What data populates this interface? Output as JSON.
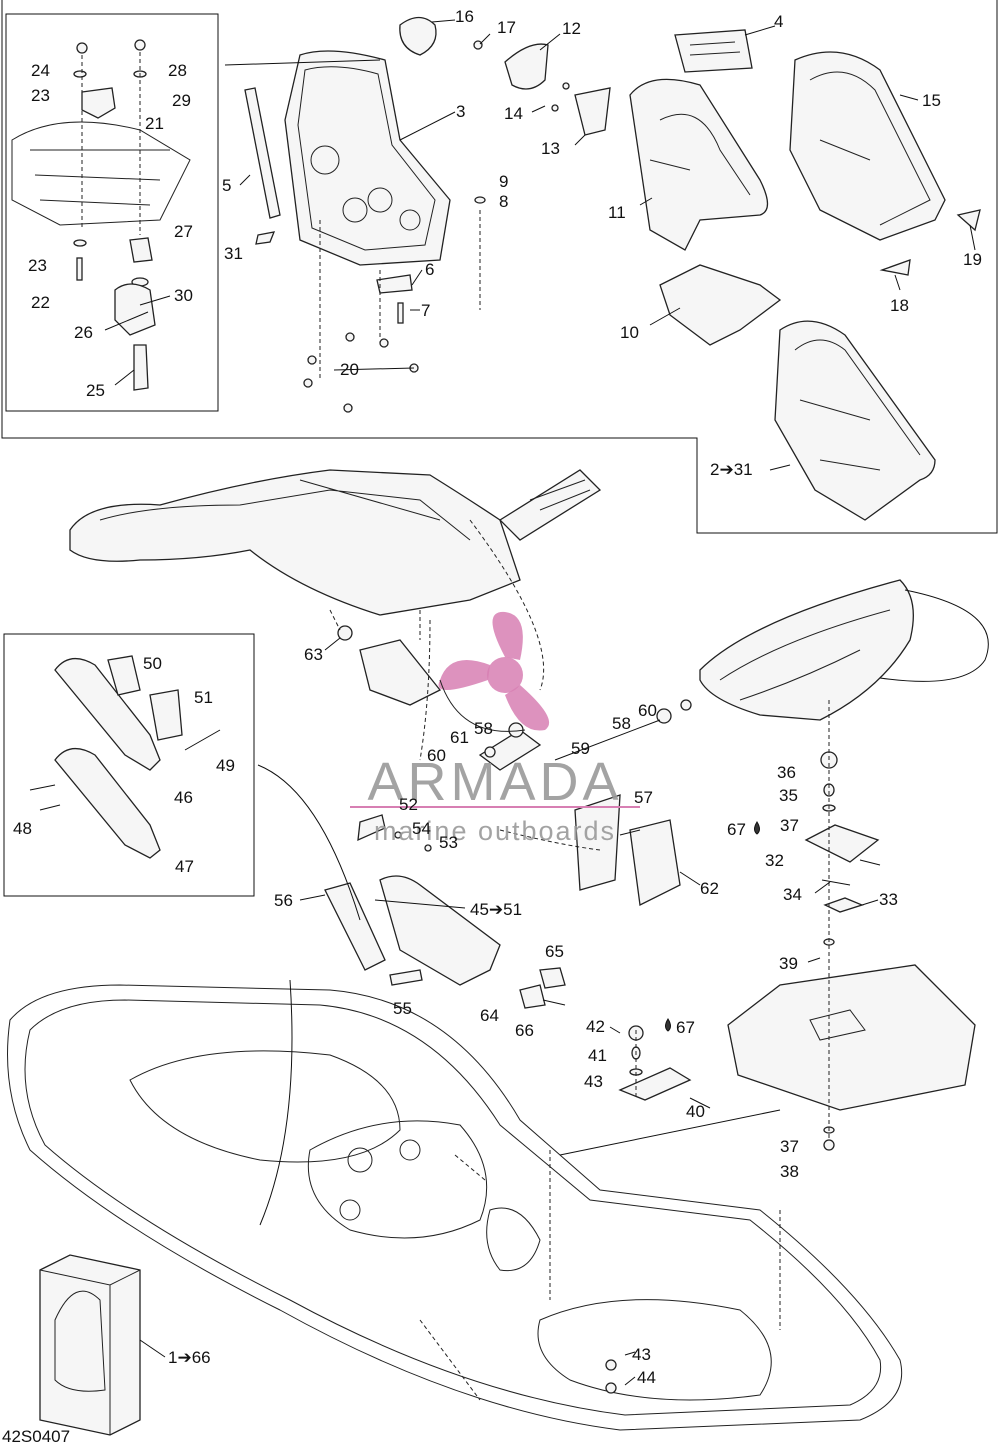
{
  "diagram": {
    "code": "42S0407",
    "watermark": {
      "brand": "ARMADA",
      "tagline": "marine outboards",
      "color": "#d77fb3",
      "text_color": "#9a9a9a"
    },
    "callouts": [
      {
        "id": "c16",
        "text": "16"
      },
      {
        "id": "c17",
        "text": "17"
      },
      {
        "id": "c12",
        "text": "12"
      },
      {
        "id": "c4",
        "text": "4"
      },
      {
        "id": "c24",
        "text": "24"
      },
      {
        "id": "c28",
        "text": "28"
      },
      {
        "id": "c23a",
        "text": "23"
      },
      {
        "id": "c29",
        "text": "29"
      },
      {
        "id": "c21",
        "text": "21"
      },
      {
        "id": "c3",
        "text": "3"
      },
      {
        "id": "c14",
        "text": "14"
      },
      {
        "id": "c13",
        "text": "13"
      },
      {
        "id": "c15",
        "text": "15"
      },
      {
        "id": "c5",
        "text": "5"
      },
      {
        "id": "c9",
        "text": "9"
      },
      {
        "id": "c8",
        "text": "8"
      },
      {
        "id": "c11",
        "text": "11"
      },
      {
        "id": "c27",
        "text": "27"
      },
      {
        "id": "c31",
        "text": "31"
      },
      {
        "id": "c19",
        "text": "19"
      },
      {
        "id": "c23b",
        "text": "23"
      },
      {
        "id": "c6",
        "text": "6"
      },
      {
        "id": "c18",
        "text": "18"
      },
      {
        "id": "c22",
        "text": "22"
      },
      {
        "id": "c30",
        "text": "30"
      },
      {
        "id": "c7",
        "text": "7"
      },
      {
        "id": "c10",
        "text": "10"
      },
      {
        "id": "c26",
        "text": "26"
      },
      {
        "id": "c20",
        "text": "20"
      },
      {
        "id": "c25",
        "text": "25"
      },
      {
        "id": "c2to31",
        "text": "2➔31"
      },
      {
        "id": "c63",
        "text": "63"
      },
      {
        "id": "c50",
        "text": "50"
      },
      {
        "id": "c51",
        "text": "51"
      },
      {
        "id": "c49",
        "text": "49"
      },
      {
        "id": "c46",
        "text": "46"
      },
      {
        "id": "c58a",
        "text": "58"
      },
      {
        "id": "c60a",
        "text": "60"
      },
      {
        "id": "c61",
        "text": "61"
      },
      {
        "id": "c60b",
        "text": "60"
      },
      {
        "id": "c58b",
        "text": "58"
      },
      {
        "id": "c59",
        "text": "59"
      },
      {
        "id": "c36",
        "text": "36"
      },
      {
        "id": "c35",
        "text": "35"
      },
      {
        "id": "c57",
        "text": "57"
      },
      {
        "id": "c52",
        "text": "52"
      },
      {
        "id": "c54",
        "text": "54"
      },
      {
        "id": "c67a",
        "text": "67"
      },
      {
        "id": "c37a",
        "text": "37"
      },
      {
        "id": "c48",
        "text": "48"
      },
      {
        "id": "c53",
        "text": "53"
      },
      {
        "id": "c32",
        "text": "32"
      },
      {
        "id": "c47",
        "text": "47"
      },
      {
        "id": "c62",
        "text": "62"
      },
      {
        "id": "c34",
        "text": "34"
      },
      {
        "id": "c33",
        "text": "33"
      },
      {
        "id": "c56",
        "text": "56"
      },
      {
        "id": "c45to51",
        "text": "45➔51"
      },
      {
        "id": "c65",
        "text": "65"
      },
      {
        "id": "c39",
        "text": "39"
      },
      {
        "id": "c55",
        "text": "55"
      },
      {
        "id": "c64",
        "text": "64"
      },
      {
        "id": "c66",
        "text": "66"
      },
      {
        "id": "c42",
        "text": "42"
      },
      {
        "id": "c67b",
        "text": "67"
      },
      {
        "id": "c41",
        "text": "41"
      },
      {
        "id": "c43a",
        "text": "43"
      },
      {
        "id": "c40",
        "text": "40"
      },
      {
        "id": "c37b",
        "text": "37"
      },
      {
        "id": "c38",
        "text": "38"
      },
      {
        "id": "c1to66",
        "text": "1➔66"
      },
      {
        "id": "c43b",
        "text": "43"
      },
      {
        "id": "c44",
        "text": "44"
      }
    ]
  }
}
